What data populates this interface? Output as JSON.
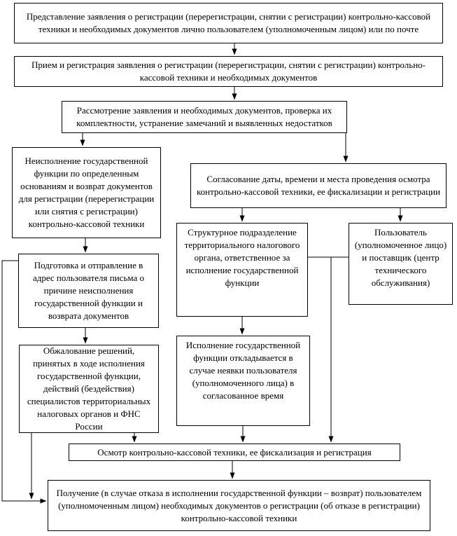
{
  "diagram": {
    "background_color": "#ffffff",
    "line_color": "#000000",
    "text_color": "#000000",
    "nodes": {
      "submission": "Представление заявления о регистрации (перерегистрации, снятии с регистрации) контрольно-кассовой техники и необходимых документов лично пользователем (уполномоченным лицом) или по почте",
      "reception": "Прием и регистрация заявления о регистрации (перерегистрации, снятии с регистрации) контрольно-кассовой техники и необходимых документов",
      "review": "Рассмотрение заявления и необходимых документов, проверка их комплектности, устранение замечаний и выявленных недостатков",
      "nonexecution": "Неисполнение государственной функции по определенным основаниям и возврат документов для регистрации (перерегистрации или снятия с регистрации) контрольно-кассовой техники",
      "letter": "Подготовка и отправление в адрес пользователя письма о причине неисполнения государственной функции и возврата документов",
      "appeal": "Обжалование решений, принятых в ходе исполнения государственной функции, действий (бездействия) специалистов территориальных налоговых органов и ФНС России",
      "agreement": "Согласование даты, времени и места проведения осмотра контрольно-кассовой техники, ее фискализации и регистрации",
      "subdivision": "Структурное подразделение территориального налогового органа, ответственное за исполнение государственной функции",
      "postponement": "Исполнение государственной функции откладывается в случае неявки пользователя (уполномоченного лица) в согласованное время",
      "user_supplier": "Пользователь (уполномоченное лицо) и поставщик (центр технического обслуживания)",
      "inspection": "Осмотр контрольно-кассовой техники,  ее фискализация  и регистрация",
      "receipt": "Получение (в случае отказа в исполнении государственной функции – возврат) пользователем (уполномоченным лицом) необходимых документов о регистрации (об отказе в регистрации) контрольно-кассовой техники"
    }
  }
}
